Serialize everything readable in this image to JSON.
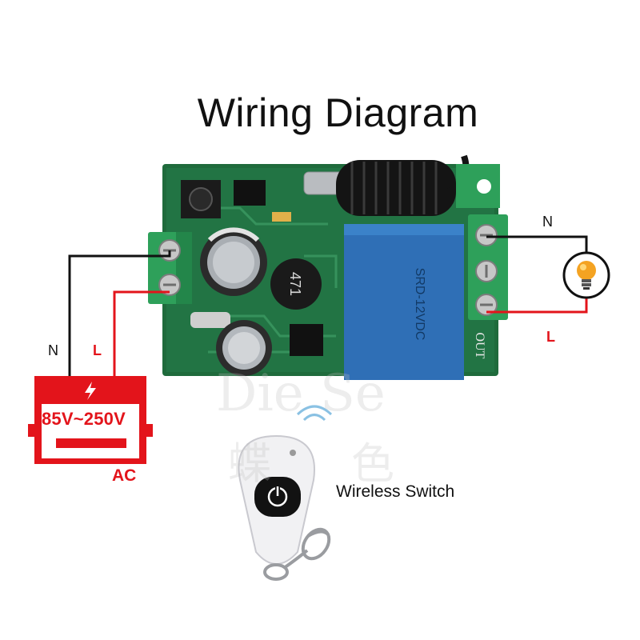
{
  "title": "Wiring Diagram",
  "labels": {
    "input_neutral": "N",
    "input_live": "L",
    "output_neutral": "N",
    "output_live": "L",
    "voltage": "85V~250V",
    "power_type": "AC",
    "remote": "Wireless Switch"
  },
  "board": {
    "relay_text": "SRD-12VDC",
    "inductor_text": "471",
    "output_label": "OUT"
  },
  "watermark": {
    "latin": "Die Se",
    "cjk": "蝶色"
  },
  "colors": {
    "live_wire": "#e3141b",
    "neutral_wire": "#111111",
    "pcb": "#1f6b3c",
    "terminal": "#2ea05a",
    "relay": "#2f6fb6",
    "power_box": "#e3141b",
    "bulb": "#f4a322"
  },
  "icons": [
    "lightning-icon",
    "light-bulb-icon",
    "power-icon",
    "wifi-signal-icon"
  ]
}
